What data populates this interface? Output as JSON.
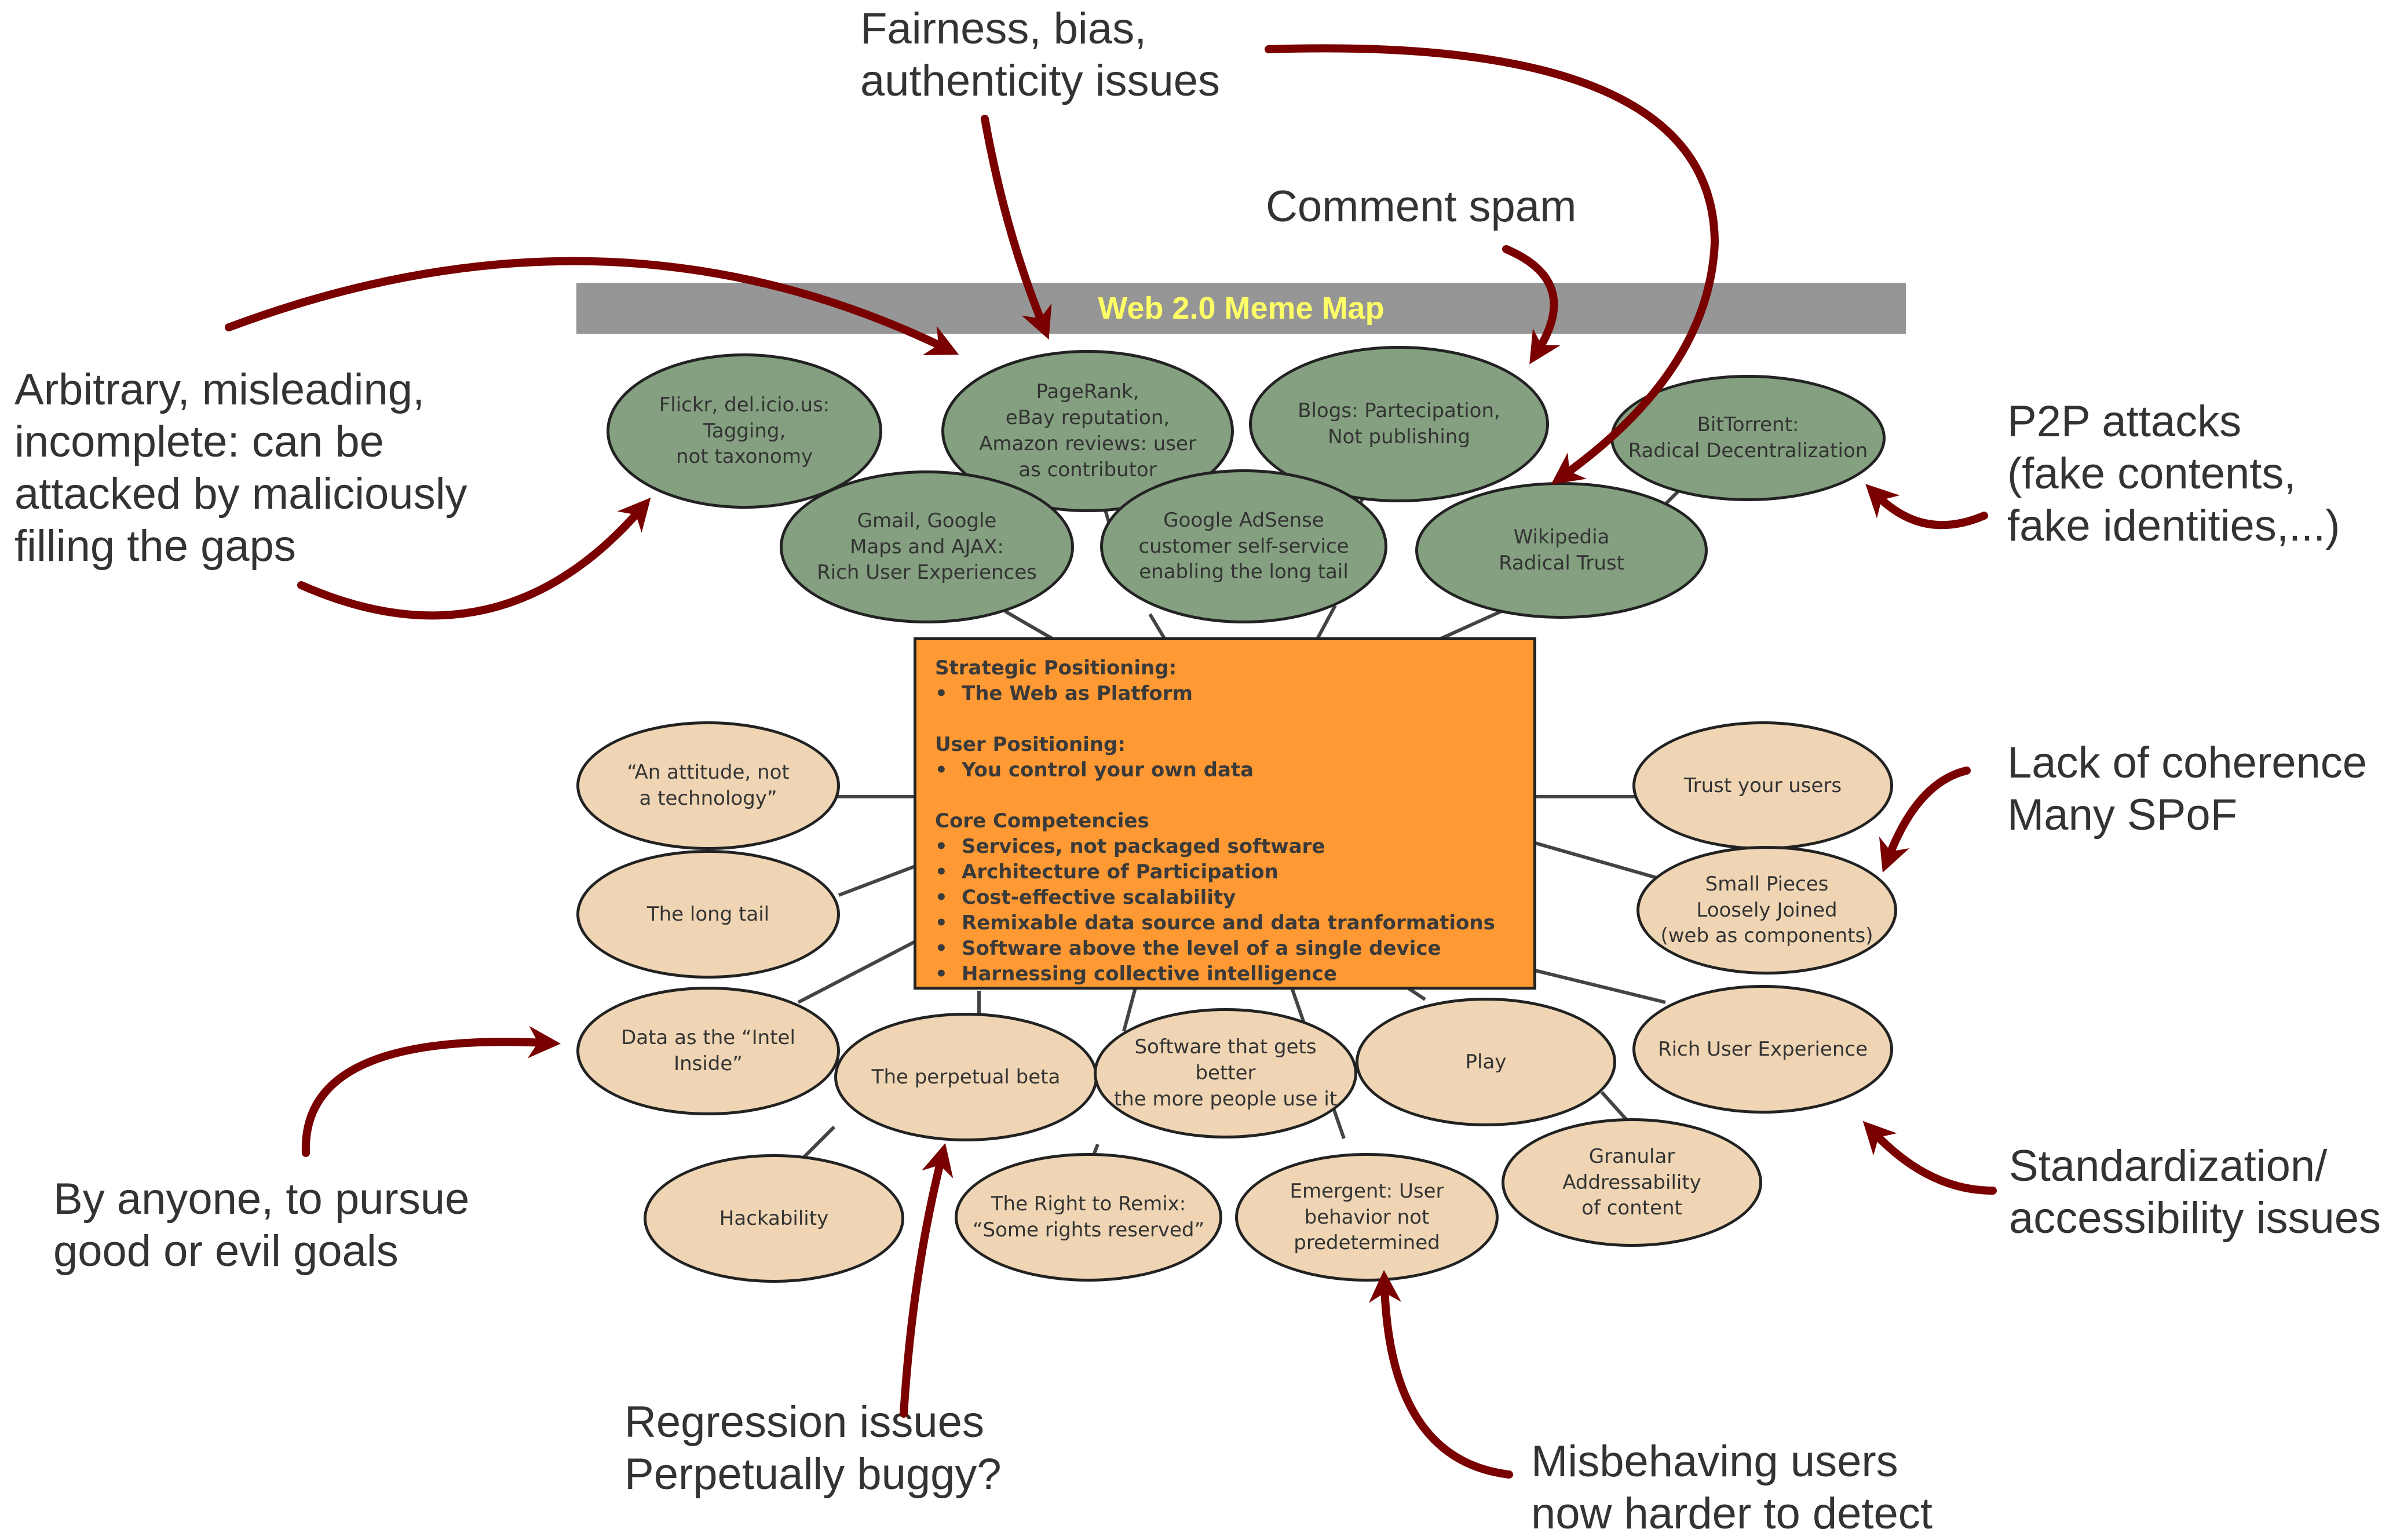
{
  "title": "Web 2.0 Meme Map",
  "green_nodes": [
    {
      "text": "Flickr, del.icio.us:\nTagging,\nnot taxonomy"
    },
    {
      "text": "PageRank,\neBay reputation,\nAmazon reviews: user\nas contributor"
    },
    {
      "text": "Blogs: Partecipation,\nNot publishing"
    },
    {
      "text": "BitTorrent:\nRadical Decentralization"
    },
    {
      "text": "Gmail, Google\nMaps and AJAX:\nRich User Experiences"
    },
    {
      "text": "Google AdSense\ncustomer self-service\nenabling the long tail"
    },
    {
      "text": "Wikipedia\nRadical Trust"
    }
  ],
  "core": {
    "strategic_header": "Strategic Positioning:",
    "strategic_items": [
      "The Web as Platform"
    ],
    "user_header": "User Positioning:",
    "user_items": [
      "You control your own data"
    ],
    "core_header": "Core Competencies",
    "core_items": [
      "Services, not packaged software",
      "Architecture of Participation",
      "Cost-effective scalability",
      "Remixable data source and data tranformations",
      "Software above the level of a single device",
      "Harnessing collective intelligence"
    ]
  },
  "tan_nodes": [
    {
      "text": "“An attitude, not\na technology”"
    },
    {
      "text": "The long tail"
    },
    {
      "text": "Data as the “Intel Inside”"
    },
    {
      "text": "The perpetual beta"
    },
    {
      "text": "Software that gets\nbetter\nthe more people use it"
    },
    {
      "text": "Play"
    },
    {
      "text": "Rich User Experience"
    },
    {
      "text": "Hackability"
    },
    {
      "text": "The Right to Remix:\n“Some rights reserved”"
    },
    {
      "text": "Emergent: User\nbehavior not\npredetermined"
    },
    {
      "text": "Granular Addressability\nof content"
    },
    {
      "text": "Trust your users"
    },
    {
      "text": "Small Pieces\nLoosely Joined\n(web as components)"
    }
  ],
  "annotations": [
    {
      "text": "Fairness, bias,\nauthenticity issues"
    },
    {
      "text": "Comment spam"
    },
    {
      "text": "Arbitrary, misleading,\nincomplete: can be\nattacked by maliciously\nfilling the gaps"
    },
    {
      "text": "P2P attacks\n(fake contents,\nfake identities,...)"
    },
    {
      "text": "Lack of coherence\nMany SPoF"
    },
    {
      "text": "By anyone, to pursue\ngood or evil goals"
    },
    {
      "text": "Standardization/\naccessibility issues"
    },
    {
      "text": "Regression issues\nPerpetually buggy?"
    },
    {
      "text": "Misbehaving users\nnow harder to detect"
    }
  ],
  "colors": {
    "green_node": "#84A080",
    "tan_node": "#EFD5B4",
    "core_box": "#FF9933",
    "title_bar": "#969696",
    "title_text": "#FFFF66",
    "arrow": "#7A0000",
    "connector": "#444444"
  }
}
